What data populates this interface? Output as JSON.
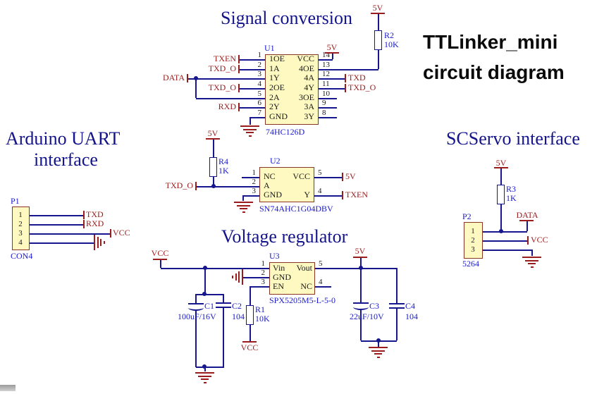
{
  "titles": {
    "signal_conversion": "Signal conversion",
    "main_line1": "TTLinker_mini",
    "main_line2": "circuit diagram",
    "arduino_line1": "Arduino UART",
    "arduino_line2": "interface",
    "scservo": "SCServo interface",
    "voltage_regulator": "Voltage regulator"
  },
  "nets": {
    "v5": "5V",
    "vcc": "VCC",
    "txd": "TXD",
    "rxd": "RXD",
    "txen": "TXEN",
    "txd_o": "TXD_O",
    "data": "DATA"
  },
  "colors": {
    "wire": "#16168e",
    "net_label": "#9b1c1c",
    "designator": "#1a1acd",
    "chip_fill": "#fdf9c1",
    "chip_border": "#8b3526",
    "title_blue": "#13138c"
  },
  "components": {
    "u1": {
      "ref": "U1",
      "part": "74HC126D",
      "pins_left": [
        {
          "n": "1",
          "name": "1OE"
        },
        {
          "n": "2",
          "name": "1A"
        },
        {
          "n": "3",
          "name": "1Y"
        },
        {
          "n": "4",
          "name": "2OE"
        },
        {
          "n": "5",
          "name": "2A"
        },
        {
          "n": "6",
          "name": "2Y"
        },
        {
          "n": "7",
          "name": "GND"
        }
      ],
      "pins_right": [
        {
          "n": "14",
          "name": "VCC"
        },
        {
          "n": "13",
          "name": "4OE"
        },
        {
          "n": "12",
          "name": "4A"
        },
        {
          "n": "11",
          "name": "4Y"
        },
        {
          "n": "10",
          "name": "3OE"
        },
        {
          "n": "9",
          "name": "3A"
        },
        {
          "n": "8",
          "name": "3Y"
        }
      ]
    },
    "u2": {
      "ref": "U2",
      "part": "SN74AHC1G04DBV",
      "pins_left": [
        {
          "n": "1",
          "name": "NC"
        },
        {
          "n": "2",
          "name": "A"
        },
        {
          "n": "3",
          "name": "GND"
        }
      ],
      "pins_right": [
        {
          "n": "5",
          "name": "VCC"
        },
        {
          "n": "4",
          "name": "Y"
        }
      ]
    },
    "u3": {
      "ref": "U3",
      "part": "SPX5205M5-L-5-0",
      "pins_left": [
        {
          "n": "1",
          "name": "Vin"
        },
        {
          "n": "2",
          "name": "GND"
        },
        {
          "n": "3",
          "name": "EN"
        }
      ],
      "pins_right": [
        {
          "n": "5",
          "name": "Vout"
        },
        {
          "n": "4",
          "name": "NC"
        }
      ]
    },
    "p1": {
      "ref": "P1",
      "part": "CON4",
      "pins": [
        "1",
        "2",
        "3",
        "4"
      ]
    },
    "p2": {
      "ref": "P2",
      "part": "5264",
      "pins": [
        "1",
        "2",
        "3"
      ]
    },
    "r1": {
      "ref": "R1",
      "value": "10K"
    },
    "r2": {
      "ref": "R2",
      "value": "10K"
    },
    "r3": {
      "ref": "R3",
      "value": "1K"
    },
    "r4": {
      "ref": "R4",
      "value": "1K"
    },
    "c1": {
      "ref": "C1",
      "value": "100uF/16V"
    },
    "c2": {
      "ref": "C2",
      "value": "104"
    },
    "c3": {
      "ref": "C3",
      "value": "22uF/10V"
    },
    "c4": {
      "ref": "C4",
      "value": "104"
    }
  }
}
